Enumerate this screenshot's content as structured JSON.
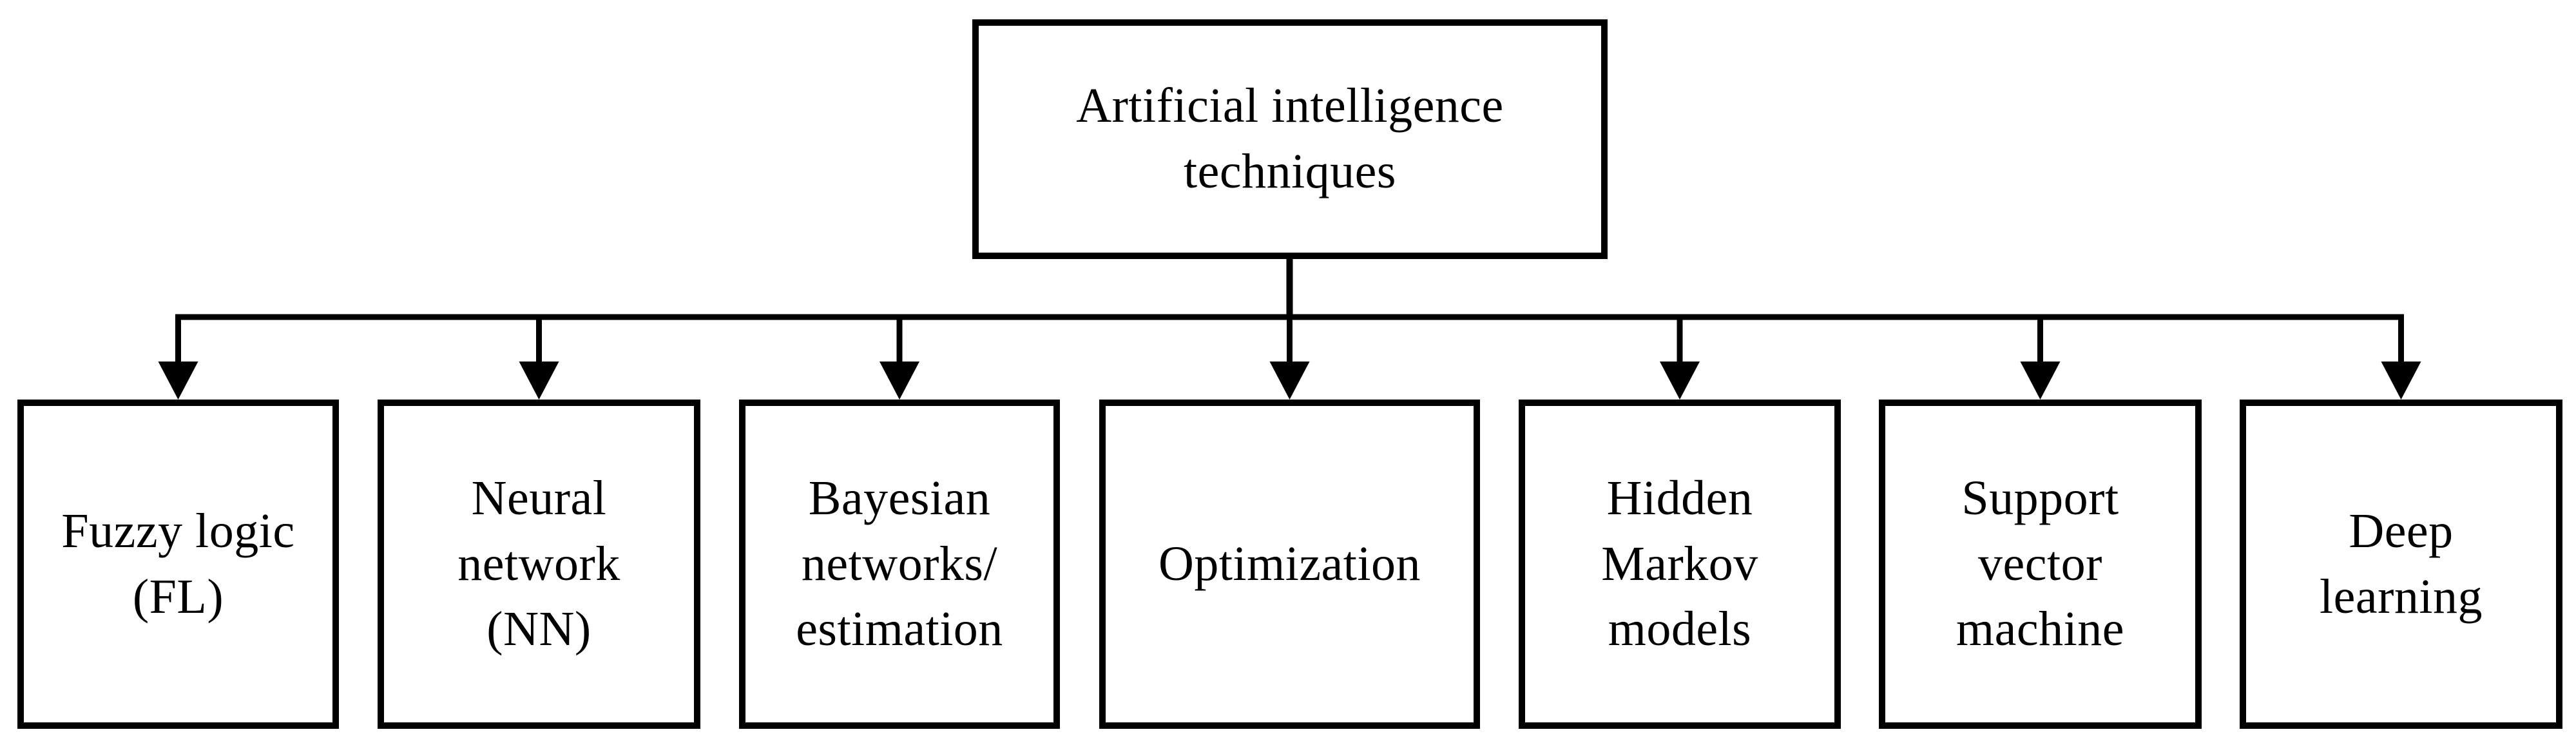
{
  "diagram": {
    "title": "Artificial intelligence techniques taxonomy",
    "background_color": "#ffffff",
    "line_color": "#000000",
    "root": {
      "label": "Artificial intelligence\ntechniques"
    },
    "children": [
      {
        "label": "Fuzzy logic\n(FL)"
      },
      {
        "label": "Neural\nnetwork\n(NN)"
      },
      {
        "label": "Bayesian\nnetworks/\nestimation"
      },
      {
        "label": "Optimization"
      },
      {
        "label": "Hidden\nMarkov\nmodels"
      },
      {
        "label": "Support\nvector\nmachine"
      },
      {
        "label": "Deep\nlearning"
      }
    ]
  }
}
